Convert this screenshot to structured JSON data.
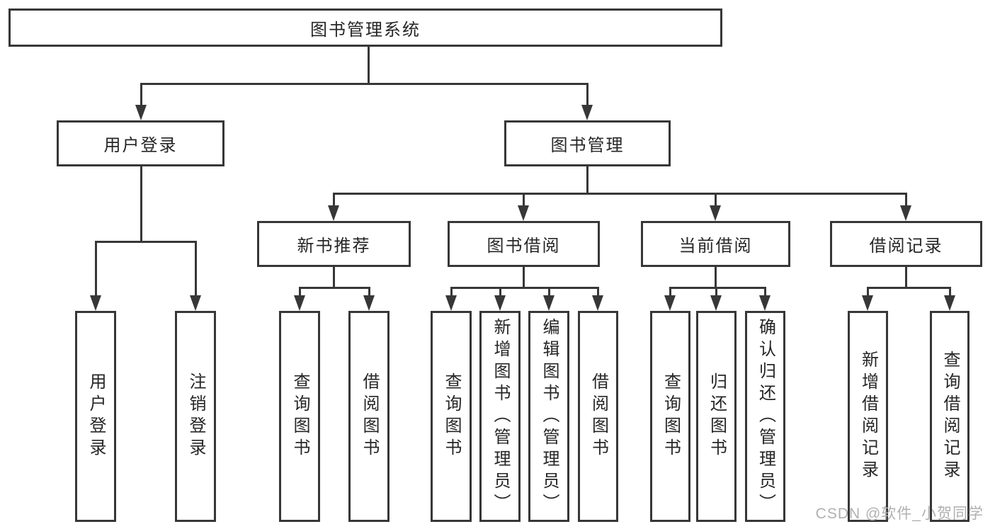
{
  "diagram": {
    "title_node": "图书管理系统",
    "branches": {
      "user_login": {
        "label": "用户登录",
        "children": [
          {
            "label": "用户登录"
          },
          {
            "label": "注销登录"
          }
        ]
      },
      "book_mgmt": {
        "label": "图书管理",
        "children": [
          {
            "label": "新书推荐",
            "children": [
              {
                "label": "查询图书"
              },
              {
                "label": "借阅图书"
              }
            ]
          },
          {
            "label": "图书借阅",
            "children": [
              {
                "label": "查询图书"
              },
              {
                "label": "新增图书（管理员）"
              },
              {
                "label": "编辑图书（管理员）"
              },
              {
                "label": "借阅图书"
              }
            ]
          },
          {
            "label": "当前借阅",
            "children": [
              {
                "label": "查询图书"
              },
              {
                "label": "归还图书"
              },
              {
                "label": "确认归还（管理员）"
              }
            ]
          },
          {
            "label": "借阅记录",
            "children": [
              {
                "label": "新增借阅记录"
              },
              {
                "label": "查询借阅记录"
              }
            ]
          }
        ]
      }
    },
    "watermark": "CSDN @软件_小贺同学",
    "colors": {
      "line": "#373737",
      "node_border": "#373737",
      "node_fill": "#ffffff",
      "text": "#262626",
      "watermark": "#b0b0b0"
    }
  }
}
